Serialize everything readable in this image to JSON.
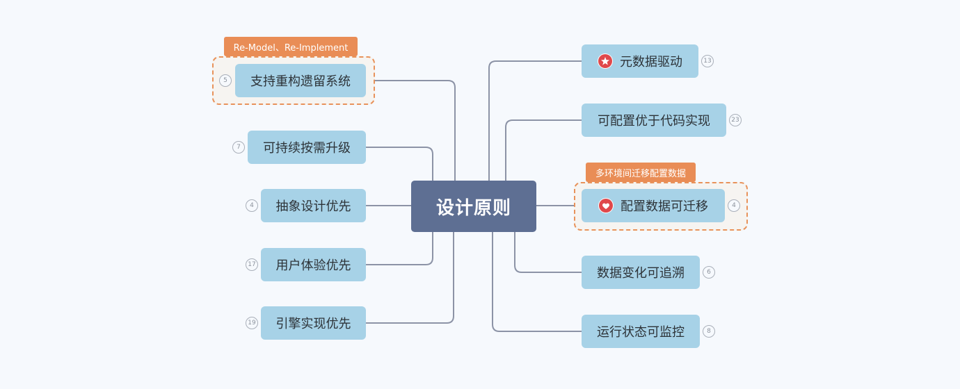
{
  "central": {
    "label": "设计原则"
  },
  "left_topics": [
    {
      "label": "支持重构遗留系统",
      "count": "5",
      "tag": "Re-Model、Re-Implement"
    },
    {
      "label": "可持续按需升级",
      "count": "7"
    },
    {
      "label": "抽象设计优先",
      "count": "4"
    },
    {
      "label": "用户体验优先",
      "count": "17"
    },
    {
      "label": "引擎实现优先",
      "count": "19"
    }
  ],
  "right_topics": [
    {
      "label": "元数据驱动",
      "count": "13",
      "icon": "star-icon"
    },
    {
      "label": "可配置优于代码实现",
      "count": "23"
    },
    {
      "label": "配置数据可迁移",
      "count": "4",
      "icon": "heart-icon",
      "tag": "多环境间迁移配置数据"
    },
    {
      "label": "数据变化可追溯",
      "count": "6"
    },
    {
      "label": "运行状态可监控",
      "count": "8"
    }
  ],
  "colors": {
    "central_bg": "#5e6f93",
    "topic_bg": "#a7d2e7",
    "tag_bg": "#e98d56",
    "highlight_border": "#e8925a",
    "connector": "#8c93a6",
    "icon_red": "#e0484b"
  }
}
